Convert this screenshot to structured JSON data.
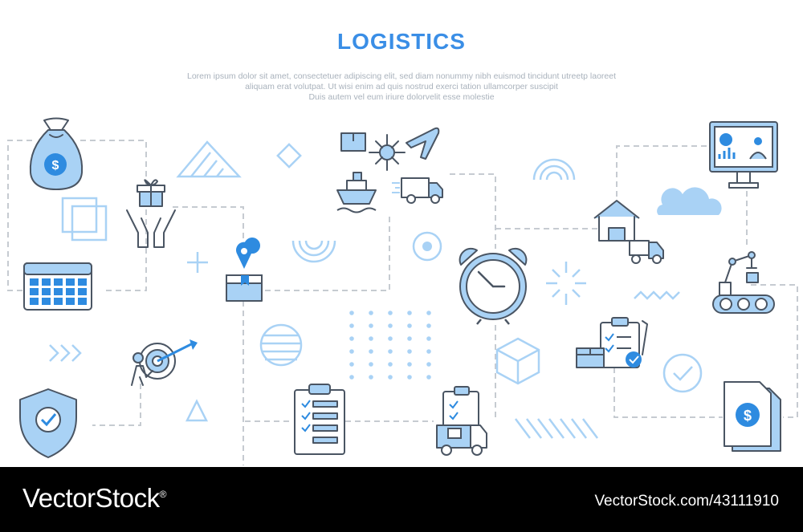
{
  "header": {
    "title": "LOGISTICS",
    "subtitle_lines": [
      "Lorem ipsum dolor sit amet, consectetuer adipiscing elit, sed diam nonummy nibh euismod tincidunt utreetp laoreet",
      "aliquam erat volutpat. Ut wisi enim ad  quis nostrud exerci tation ullamcorper suscipit",
      "Duis autem vel eum iriure dolorvelit esse molestie"
    ]
  },
  "footer": {
    "brand": "VectorStock",
    "brand_mark": "®",
    "image_id": "VectorStock.com/43111910"
  },
  "icons": [
    "money-bag-icon",
    "gift-in-hands-icon",
    "calendar-icon",
    "location-package-icon",
    "target-person-icon",
    "shield-check-icon",
    "global-transport-network-icon",
    "clipboard-checklist-icon",
    "delivery-truck-checklist-icon",
    "alarm-clock-icon",
    "warehouse-truck-icon",
    "analytics-monitor-icon",
    "robotic-arm-conveyor-icon",
    "package-checklist-icon",
    "dollar-document-icon"
  ],
  "colors": {
    "accent": "#3a8ee6",
    "icon_fill": "#a9d2f5",
    "outline": "#4a5563",
    "decor": "#a9d2f5",
    "connector": "#c6cbd1",
    "footer_bg": "#000000"
  }
}
